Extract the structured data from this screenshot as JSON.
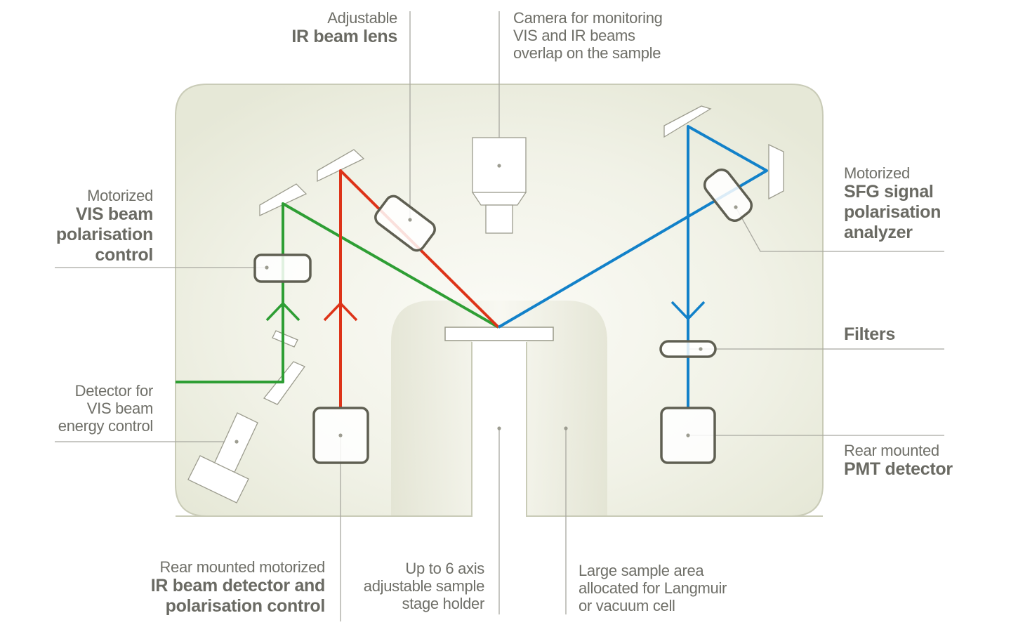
{
  "colors": {
    "vis_beam": "#2e9e34",
    "ir_beam": "#dd3318",
    "sfg_beam": "#1281c9",
    "frame_fill": "#eceee0",
    "frame_stroke": "#c7c9b3",
    "component_stroke": "#5f5f52",
    "leader_line": "#a8a8a0",
    "text": "#6f6f68"
  },
  "labels": {
    "ir_lens": {
      "light": "Adjustable",
      "bold": "IR beam lens"
    },
    "camera": {
      "light1": "Camera for monitoring",
      "light2": "VIS and IR beams",
      "light3": "overlap on the sample"
    },
    "vis_polarisation": {
      "light": "Motorized",
      "bold1": "VIS beam",
      "bold2": "polarisation",
      "bold3": "control"
    },
    "sfg_analyzer": {
      "light": "Motorized",
      "bold1": "SFG signal",
      "bold2": "polarisation",
      "bold3": "analyzer"
    },
    "filters": {
      "bold": "Filters"
    },
    "vis_detector": {
      "light1": "Detector for",
      "light2": "VIS beam",
      "light3": "energy control"
    },
    "pmt": {
      "light": "Rear mounted",
      "bold": "PMT detector"
    },
    "ir_detector": {
      "light": "Rear mounted motorized",
      "bold1": "IR beam detector and",
      "bold2": "polarisation control"
    },
    "stage": {
      "light1": "Up to 6 axis",
      "light2": "adjustable sample",
      "light3": "stage holder"
    },
    "sample_area": {
      "light1": "Large sample area",
      "light2": "allocated for Langmuir",
      "light3": "or vacuum cell"
    }
  }
}
